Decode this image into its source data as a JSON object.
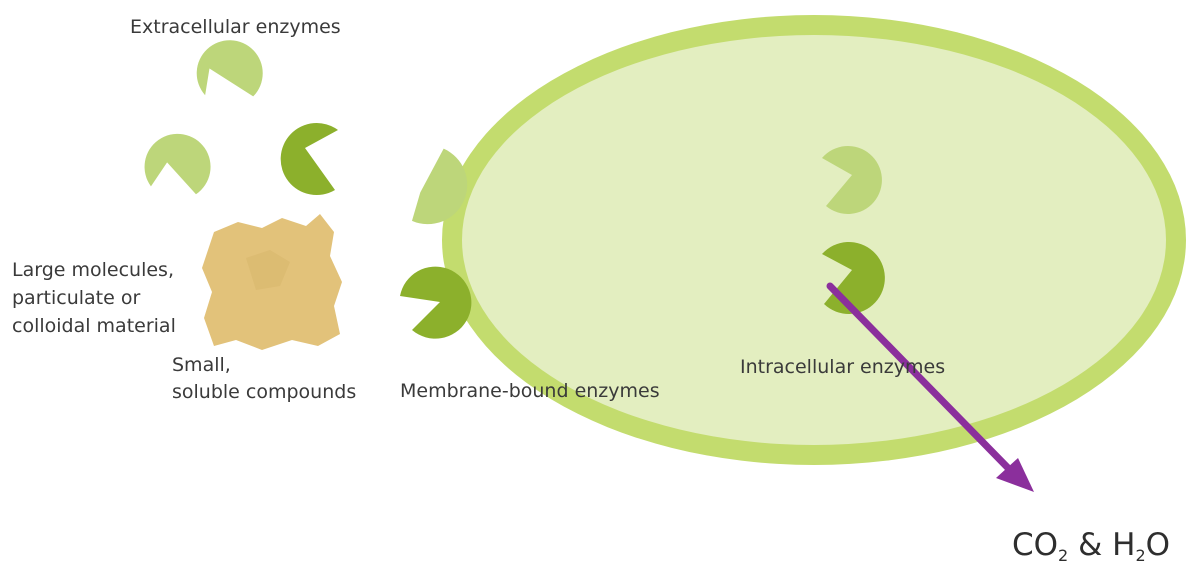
{
  "labels": {
    "extracellular": "Extracellular enzymes",
    "large_molecules": [
      "Large molecules,",
      "particulate or",
      "colloidal material"
    ],
    "small_compounds": [
      "Small,",
      "soluble compounds"
    ],
    "membrane_bound": "Membrane-bound enzymes",
    "intracellular": "Intracellular enzymes"
  },
  "products": {
    "co2_a": "CO",
    "co2_sub": "2",
    "amp": "&",
    "h2o_a": "H",
    "h2o_sub": "2",
    "h2o_b": "O"
  },
  "colors": {
    "cell_wall": "#c3dc6e",
    "cell_interior": "#e3eec0",
    "enzyme_light": "#bdd67a",
    "enzyme_dark": "#8cb02c",
    "particle": "#e2c27a",
    "arrow": "#8b2f9c",
    "text": "#3a3a3a"
  }
}
